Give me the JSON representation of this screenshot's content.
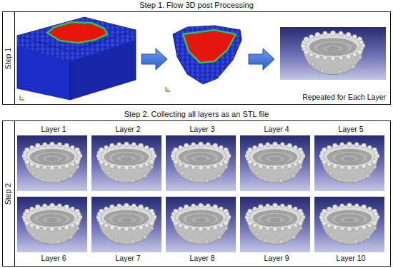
{
  "diagram": {
    "nodes": [
      {
        "text": [
          "Step 1. Flow 3D post Processing",
          "Step 1",
          "Repeated for Each Layer"
        ]
      },
      {
        "text": [
          "Step 2. Collecting all layers as an STL file",
          "Step 2"
        ]
      },
      {
        "text": [
          "Layer 1"
        ],
        "in": 1
      },
      {
        "text": [
          "Layer 2"
        ],
        "in": 1
      },
      {
        "text": [
          "Layer 3"
        ],
        "in": 1
      },
      {
        "text": [
          "Layer 4"
        ],
        "in": 1
      },
      {
        "text": [
          "Layer 5"
        ],
        "in": 1
      },
      {
        "text": [
          "Layer 6"
        ],
        "in": 1
      },
      {
        "text": [
          "Layer 7"
        ],
        "in": 1
      },
      {
        "text": [
          "Layer 8"
        ],
        "in": 1
      },
      {
        "text": [
          "Layer 9"
        ],
        "in": 1
      },
      {
        "text": [
          "Layer 10"
        ],
        "in": 1
      }
    ]
  }
}
